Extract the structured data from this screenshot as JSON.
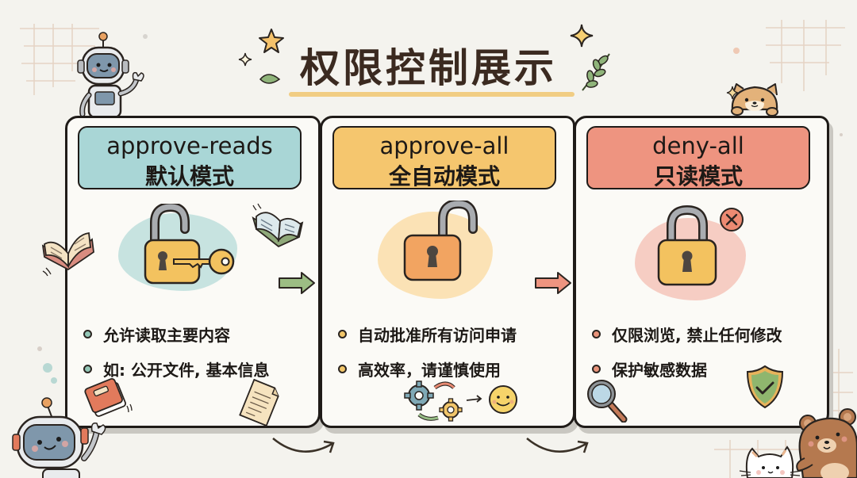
{
  "title": "权限控制展示",
  "colors": {
    "background": "#f4f3ee",
    "reads_accent": "#a9d6d6",
    "all_accent": "#f5c66e",
    "deny_accent": "#ee9480",
    "title_text": "#3b2a20",
    "title_underline": "#f1cd83"
  },
  "cards": [
    {
      "mode_id": "approve-reads",
      "mode_name": "默认模式",
      "header_color": "#a9d6d6",
      "bullet_color": "#93c6b6",
      "icon": "padlock-with-key-icon",
      "bullets": [
        "允许读取主要内容",
        "如: 公开文件, 基本信息"
      ]
    },
    {
      "mode_id": "approve-all",
      "mode_name": "全自动模式",
      "header_color": "#f5c66e",
      "bullet_color": "#f2c66a",
      "icon": "open-padlock-icon",
      "bullets": [
        "自动批准所有访问申请",
        "高效率，请谨慎使用"
      ]
    },
    {
      "mode_id": "deny-all",
      "mode_name": "只读模式",
      "header_color": "#ee9480",
      "bullet_color": "#e8937a",
      "icon": "locked-padlock-icon",
      "bullets": [
        "仅限浏览, 禁止任何修改",
        "保护敏感数据"
      ]
    }
  ],
  "decorations": [
    "robot-icon",
    "open-book-icon",
    "red-book-icon",
    "document-icon",
    "gears-icon",
    "smiley-icon",
    "magnifier-icon",
    "shield-check-icon",
    "dog-icon",
    "cat-icon",
    "bear-icon",
    "star-icon",
    "leaf-icon",
    "close-circle-icon"
  ]
}
